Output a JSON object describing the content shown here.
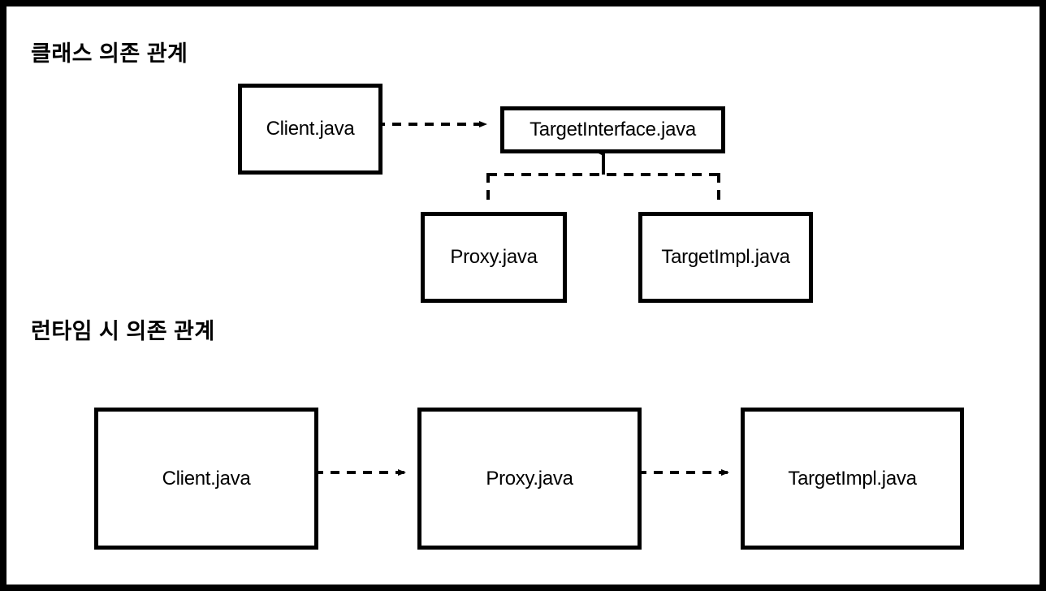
{
  "page": {
    "background_color": "#ffffff",
    "border_color": "#000000",
    "stroke_color": "#000000"
  },
  "sections": [
    {
      "id": "class-dependency",
      "heading": "클래스 의존 관계"
    },
    {
      "id": "runtime-dependency",
      "heading": "런타임 시 의존 관계"
    }
  ],
  "nodes": {
    "client_class": "Client.java",
    "target_interface": "TargetInterface.java",
    "proxy_class": "Proxy.java",
    "target_impl_class": "TargetImpl.java",
    "client_runtime": "Client.java",
    "proxy_runtime": "Proxy.java",
    "target_impl_runtime": "TargetImpl.java"
  },
  "edges": [
    {
      "id": "client-to-targetinterface",
      "from": "Client.java",
      "to": "TargetInterface.java",
      "style": "dashed",
      "arrow": "open",
      "section": "class-dependency"
    },
    {
      "id": "proxy-realizes-targetinterface",
      "from": "Proxy.java",
      "to": "TargetInterface.java",
      "style": "dashed",
      "arrow": "solid-up",
      "section": "class-dependency"
    },
    {
      "id": "targetimpl-realizes-targetinterface",
      "from": "TargetImpl.java",
      "to": "TargetInterface.java",
      "style": "dashed",
      "arrow": "solid-up",
      "section": "class-dependency"
    },
    {
      "id": "client-to-proxy-runtime",
      "from": "Client.java",
      "to": "Proxy.java",
      "style": "dashed",
      "arrow": "open",
      "section": "runtime-dependency"
    },
    {
      "id": "proxy-to-targetimpl-runtime",
      "from": "Proxy.java",
      "to": "TargetImpl.java",
      "style": "dashed",
      "arrow": "open",
      "section": "runtime-dependency"
    }
  ]
}
